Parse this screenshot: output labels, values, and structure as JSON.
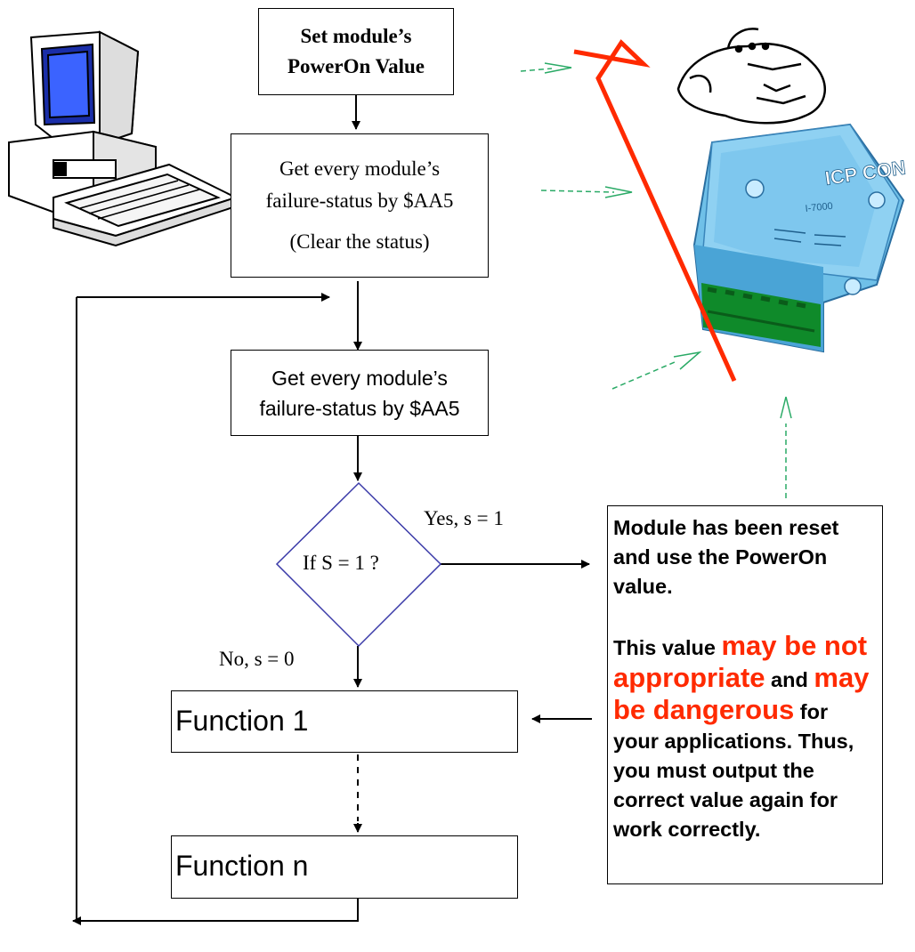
{
  "boxes": {
    "set_power_on_line1": "Set module’s",
    "set_power_on_line2": "PowerOn Value",
    "get_status_clear_line1": "Get every module’s",
    "get_status_clear_line2": "failure-status by $AA5",
    "get_status_clear_line3": "(Clear the status)",
    "get_status_line1": "Get every module’s",
    "get_status_line2": "failure-status by $AA5",
    "decision": "If S = 1 ?",
    "function_1": "Function 1",
    "function_n": "Function n"
  },
  "branch_labels": {
    "yes": "Yes, s = 1",
    "no": "No, s = 0"
  },
  "note": {
    "p1": "Module has been reset and use the PowerOn value.",
    "p2_a": "This value ",
    "p2_b": "may be not appropriate",
    "p2_c": " and ",
    "p2_d": "may be dangerous",
    "p2_e": " for your applications. Thus, you must output the correct value again for work correctly."
  },
  "device_logo": "ICP CON",
  "device_model": "I-7000"
}
